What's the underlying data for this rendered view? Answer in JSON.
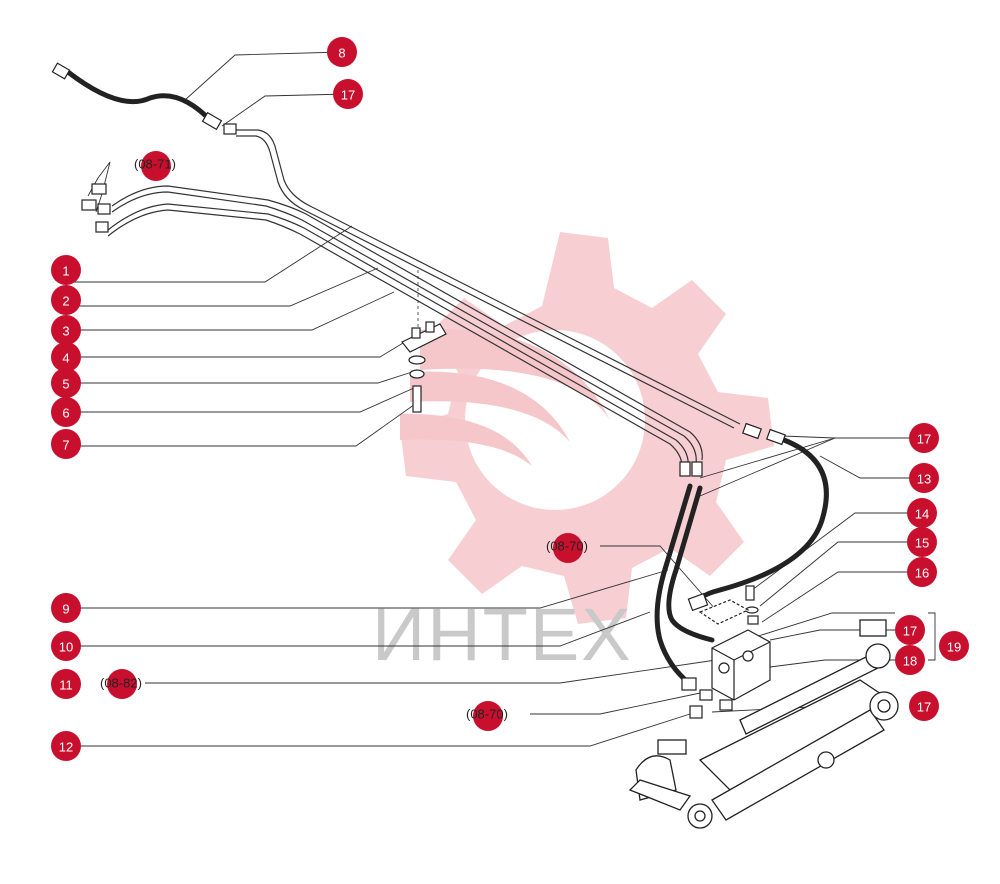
{
  "watermark": {
    "text": "ИНТЕХ",
    "gear_color": "#f6c7ca",
    "text_color": "#c9c9c9"
  },
  "colors": {
    "callout": "#c8102e",
    "line": "#333333",
    "hose": "#222222"
  },
  "callouts": [
    {
      "id": "c8",
      "label": "8"
    },
    {
      "id": "c17a",
      "label": "17"
    },
    {
      "id": "c1",
      "label": "1"
    },
    {
      "id": "c2",
      "label": "2"
    },
    {
      "id": "c3",
      "label": "3"
    },
    {
      "id": "c4",
      "label": "4"
    },
    {
      "id": "c5",
      "label": "5"
    },
    {
      "id": "c6",
      "label": "6"
    },
    {
      "id": "c7",
      "label": "7"
    },
    {
      "id": "c17b",
      "label": "17"
    },
    {
      "id": "c13",
      "label": "13"
    },
    {
      "id": "c14",
      "label": "14"
    },
    {
      "id": "c15",
      "label": "15"
    },
    {
      "id": "c16",
      "label": "16"
    },
    {
      "id": "c17c",
      "label": "17"
    },
    {
      "id": "c19",
      "label": "19"
    },
    {
      "id": "c18",
      "label": "18"
    },
    {
      "id": "c9",
      "label": "9"
    },
    {
      "id": "c10",
      "label": "10"
    },
    {
      "id": "c11",
      "label": "11"
    },
    {
      "id": "c17d",
      "label": "17"
    },
    {
      "id": "c12",
      "label": "12"
    }
  ],
  "references": [
    {
      "id": "r1",
      "label": "(08-71)"
    },
    {
      "id": "r2",
      "label": "(08-70)"
    },
    {
      "id": "r3",
      "label": "(08-82)"
    },
    {
      "id": "r4",
      "label": "(08-70)"
    }
  ]
}
